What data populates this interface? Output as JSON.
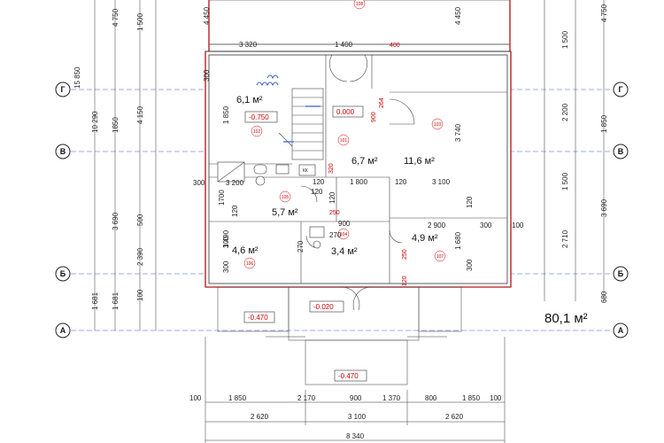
{
  "axes": [
    "Г",
    "В",
    "Б",
    "А"
  ],
  "total_area": "80,1 м²",
  "rooms": {
    "r102": {
      "area": "6,1 м²",
      "level": "-0.750",
      "id": "102"
    },
    "r101": {
      "area": "6,7 м²",
      "level": "0.000",
      "id": "101"
    },
    "r103": {
      "area": "11,6 м²",
      "id": "103"
    },
    "r105": {
      "area": "5,7 м²",
      "id": "105"
    },
    "r106": {
      "area": "4,6 м²",
      "id": "106"
    },
    "r104": {
      "area": "3,4 м²",
      "id": "104"
    },
    "r107": {
      "area": "4,9 м²",
      "id": "107"
    },
    "r108": {
      "id": "108"
    }
  },
  "levels": {
    "porch_left": "-0.470",
    "porch_center": "-0.020",
    "steps": "-0.470"
  },
  "dims_left": [
    "15 850",
    "10 290",
    "4 750",
    "1 500",
    "4 450",
    "300",
    "1850",
    "4 150",
    "1 850",
    "500",
    "3 690",
    "2 390",
    "1 490",
    "300",
    "1 681",
    "1 681",
    "100"
  ],
  "dims_right": [
    "4 750",
    "4 450",
    "1 500",
    "2 200",
    "3 740",
    "1 850",
    "1 500",
    "3 690",
    "2 710",
    "300",
    "680"
  ],
  "dims_bottom": {
    "row1": [
      "100",
      "1 850",
      "2 170",
      "900",
      "1 370",
      "800",
      "1 850",
      "100"
    ],
    "row2": [
      "2 620",
      "3 100",
      "2 620"
    ],
    "row3": "8 340"
  },
  "dims_inner": [
    "3 320",
    "1 400",
    "400",
    "3 200",
    "1 800",
    "120",
    "3 100",
    "120",
    "1700",
    "120",
    "900",
    "2 900",
    "300",
    "100",
    "270",
    "270",
    "1 680",
    "300",
    "120",
    "120",
    "300",
    "120"
  ],
  "dims_inner_red": [
    "264",
    "900",
    "320",
    "250",
    "250",
    "120"
  ],
  "fixtures": {
    "boiler": "КК"
  }
}
